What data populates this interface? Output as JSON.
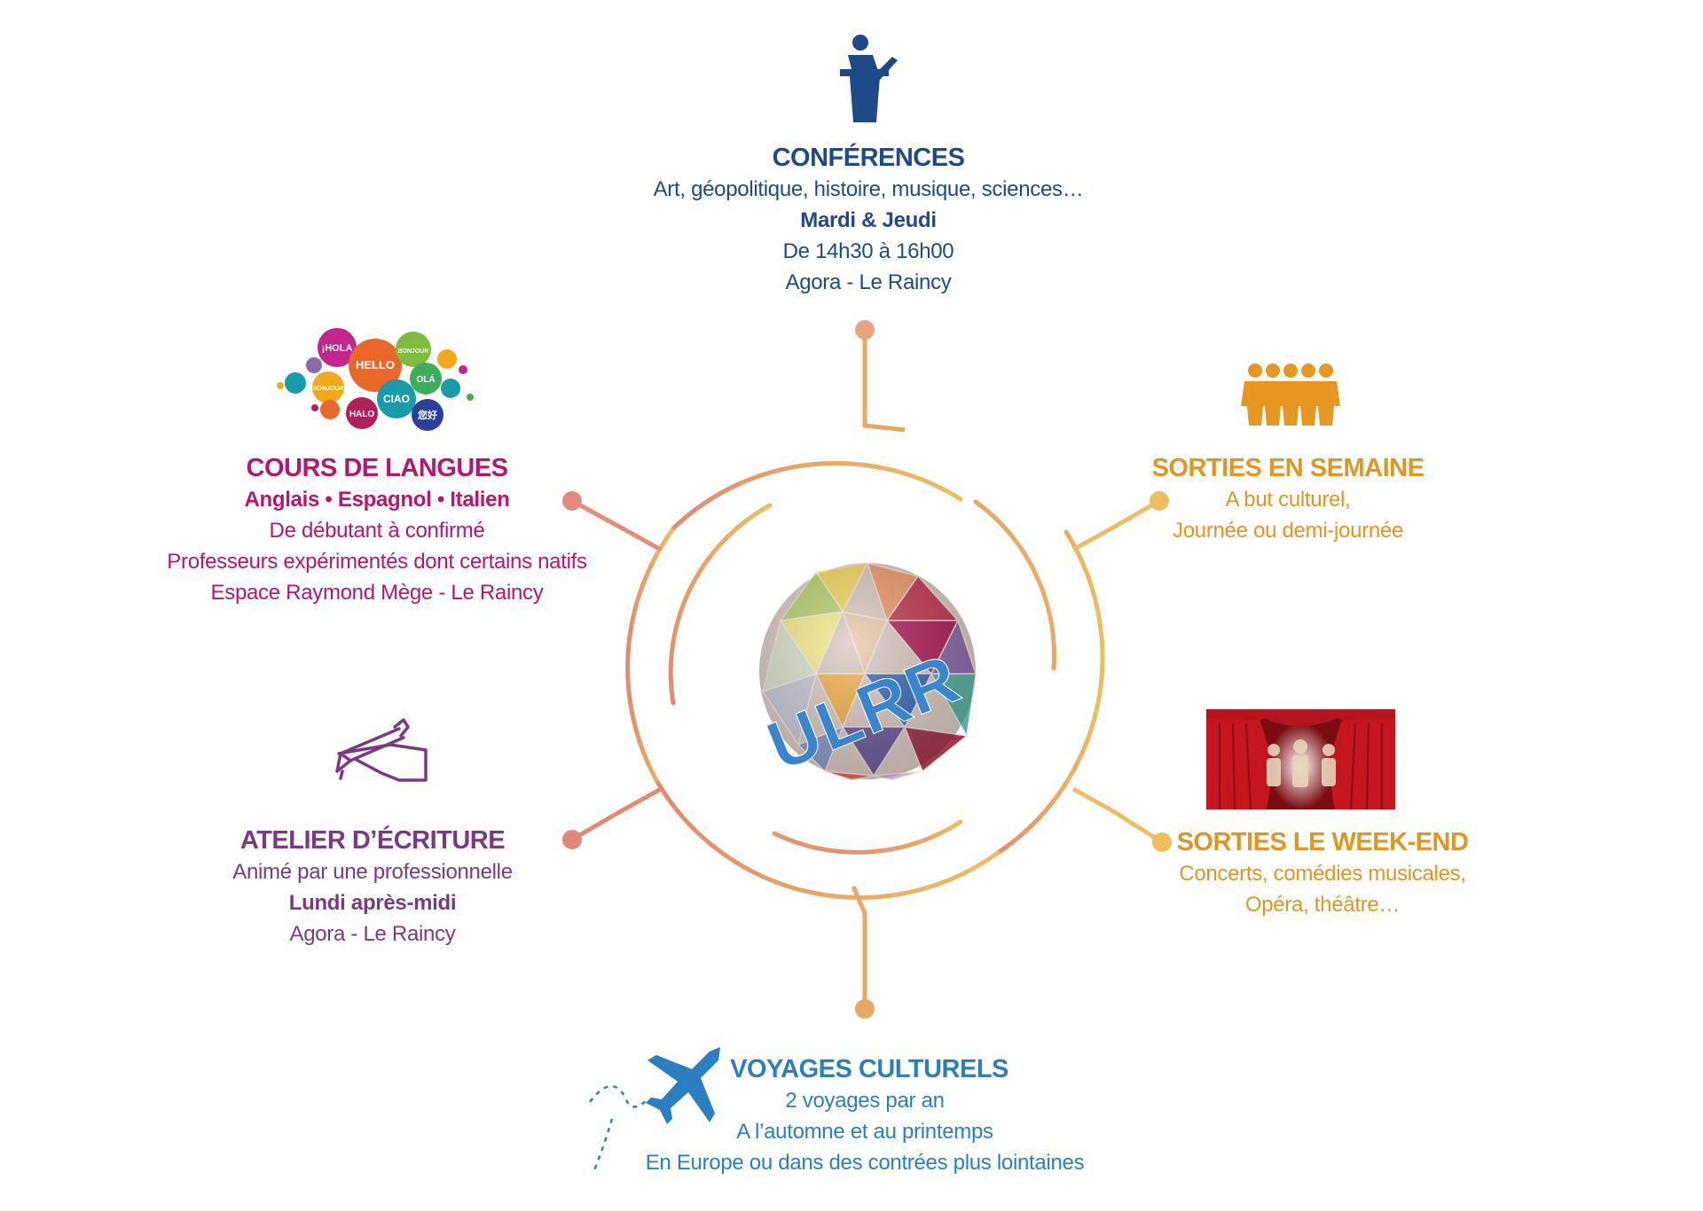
{
  "conferences": {
    "title": "CONFÉRENCES",
    "line1": "Art, géopolitique, histoire, musique, sciences…",
    "line2": "Mardi & Jeudi",
    "line3": "De 14h30 à 16h00",
    "line4": "Agora - Le Raincy"
  },
  "langues": {
    "title": "COURS DE LANGUES",
    "line1": "Anglais • Espagnol • Italien",
    "line2": "De débutant à confirmé",
    "line3": "Professeurs expérimentés dont certains natifs",
    "line4": "Espace Raymond Mège - Le Raincy",
    "bubbles": [
      "¡HOLA",
      "HELLO",
      "BONJOUR",
      "OLÁ",
      "BONJOUR",
      "CIAO",
      "HALO",
      "您好"
    ]
  },
  "semaine": {
    "title": "SORTIES EN SEMAINE",
    "line1": "A but culturel,",
    "line2": "Journée ou demi-journée"
  },
  "ecriture": {
    "title": "ATELIER D’ÉCRITURE",
    "line1": "Animé par une professionnelle",
    "line2": "Lundi après-midi",
    "line3": "Agora - Le Raincy"
  },
  "weekend": {
    "title": "SORTIES LE WEEK-END",
    "line1": "Concerts, comédies musicales,",
    "line2": "Opéra, théâtre…"
  },
  "voyages": {
    "title": "VOYAGES CULTURELS",
    "line1": "2 voyages par an",
    "line2": "A l’automne et au printemps",
    "line3": "En Europe ou dans des contrées plus lointaines"
  },
  "logo": {
    "text": "ULRR"
  },
  "colors": {
    "conferences": "#1e4a87",
    "langues": "#b3186e",
    "ecriture": "#7a3a82",
    "sorties": "#de9720",
    "voyages": "#2b7fc1",
    "ring_warm": "#e9a64e",
    "ring_rose": "#e0876c"
  },
  "icons": {
    "conferences": "speaker-podium-icon",
    "langues": "language-bubbles-icon",
    "semaine": "group-people-icon",
    "ecriture": "hand-writing-icon",
    "weekend": "theatre-curtain-icon",
    "voyages": "airplane-icon"
  }
}
